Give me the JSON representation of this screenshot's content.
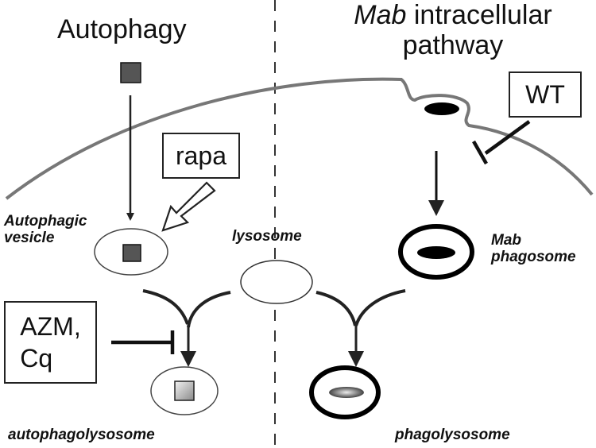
{
  "headings": {
    "left": "Autophagy",
    "right_italic": "Mab",
    "right_rest": " intracellular",
    "right_line2": "pathway"
  },
  "boxes": {
    "wt": "WT",
    "rapa": "rapa",
    "azm": "AZM,",
    "cq": "Cq"
  },
  "labels": {
    "autophagic_vesicle_1": "Autophagic",
    "autophagic_vesicle_2": "vesicle",
    "lysosome": "lysosome",
    "mab_phagosome_1": "Mab",
    "mab_phagosome_2": "phagosome",
    "autophagolysosome": "autophagolysosome",
    "phagolysosome": "phagolysosome"
  },
  "colors": {
    "line": "#222222",
    "membrane": "#777777",
    "cargo_square": "#555555",
    "bacterium": "#000000"
  }
}
